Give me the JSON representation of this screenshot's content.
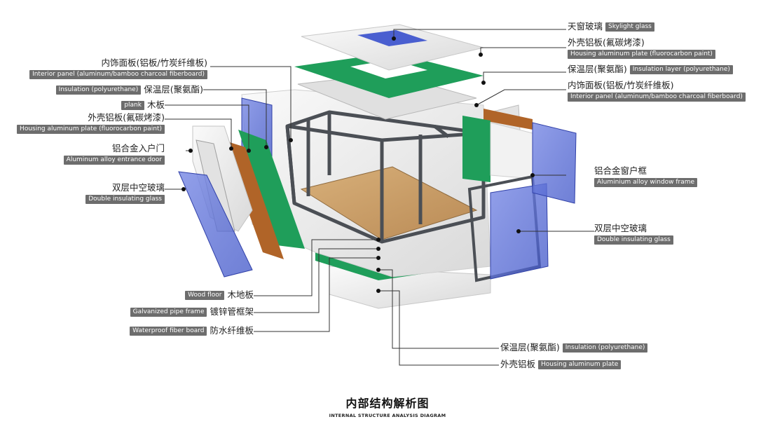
{
  "colors": {
    "glass": "#4a5fd0",
    "insulation": "#1f9e5a",
    "wood": "#b06428",
    "frame": "#4b4f55",
    "shell": "#ececec",
    "floor": "#c9a06b",
    "tag": "#6d6d6d"
  },
  "labels": {
    "skylight": {
      "zh": "天窗玻璃",
      "en": "Skylight glass"
    },
    "top_housing": {
      "zh": "外壳铝板(氟碳烤漆)",
      "en": "Housing aluminum plate (fluorocarbon paint)"
    },
    "top_insulation": {
      "zh": "保温层(聚氨酯)",
      "en": "Insulation layer (polyurethane)"
    },
    "right_interior": {
      "zh": "内饰面板(铝板/竹炭纤维板)",
      "en": "Interior panel (aluminum/bamboo charcoal fiberboard)"
    },
    "window_frame": {
      "zh": "铝合金窗户框",
      "en": "Aluminium alloy window frame"
    },
    "right_glass": {
      "zh": "双层中空玻璃",
      "en": "Double insulating glass"
    },
    "left_interior": {
      "zh": "内饰面板(铝板/竹炭纤维板)",
      "en": "Interior panel (aluminum/bamboo charcoal fiberboard)"
    },
    "left_insulation": {
      "zh": "保温层(聚氨酯)",
      "en": "Insulation (polyurethane)"
    },
    "plank": {
      "zh": "木板",
      "en": "plank"
    },
    "left_housing": {
      "zh": "外壳铝板(氟碳烤漆)",
      "en": "Housing aluminum plate (fluorocarbon paint)"
    },
    "door": {
      "zh": "铝合金入户门",
      "en": "Aluminum alloy entrance door"
    },
    "left_glass": {
      "zh": "双层中空玻璃",
      "en": "Double insulating glass"
    },
    "wood_floor": {
      "zh": "木地板",
      "en": "Wood floor"
    },
    "pipe_frame": {
      "zh": "镀锌管框架",
      "en": "Galvanized pipe frame"
    },
    "fiber_board": {
      "zh": "防水纤维板",
      "en": "Waterproof fiber board"
    },
    "bottom_insulation": {
      "zh": "保温层(聚氨酯)",
      "en": "Insulation (polyurethane)"
    },
    "bottom_housing": {
      "zh": "外壳铝板",
      "en": "Housing aluminum plate"
    }
  },
  "title": {
    "zh": "内部结构解析图",
    "en": "INTERNAL STRUCTURE ANALYSIS DIAGRAM"
  }
}
